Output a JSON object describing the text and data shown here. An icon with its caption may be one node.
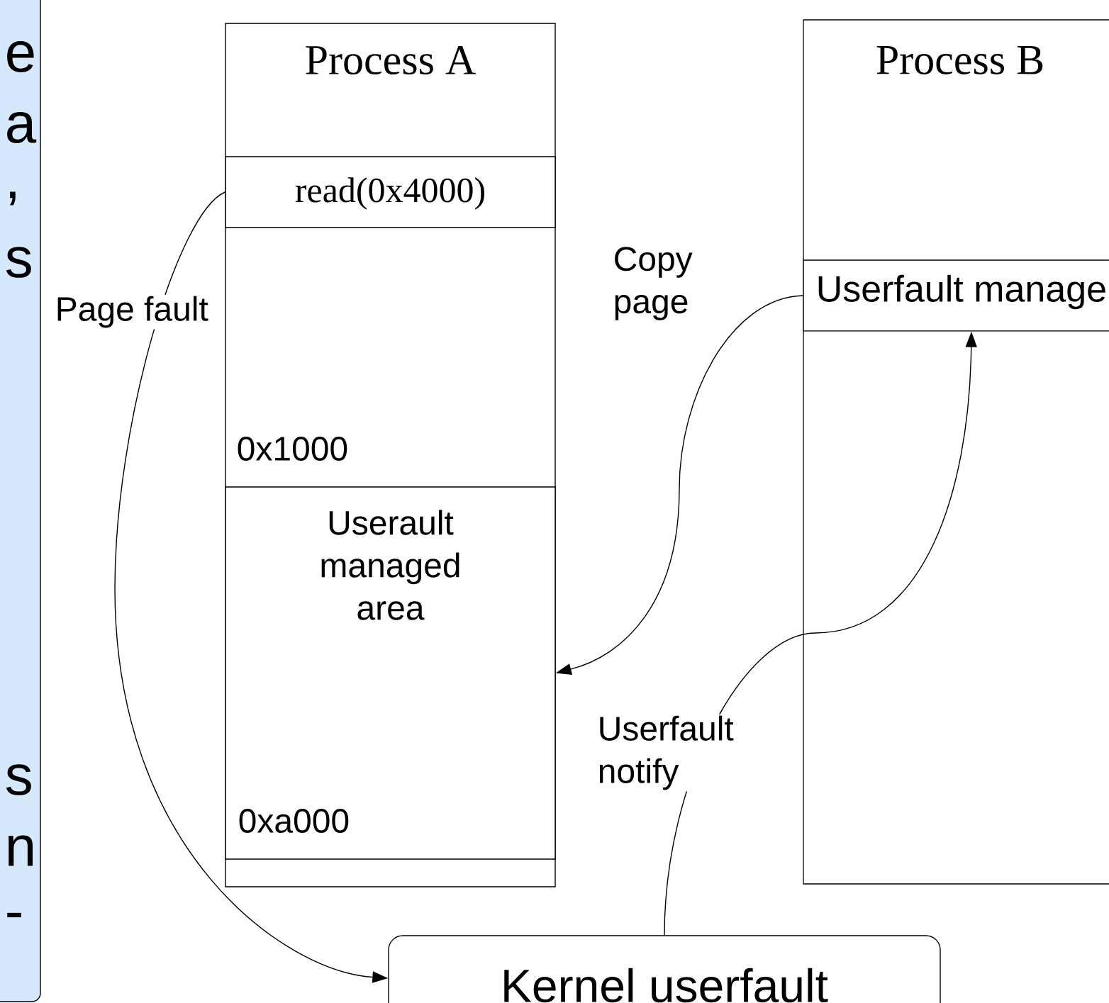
{
  "diagram": {
    "nodes": [
      {
        "text": [
          "Process A"
        ]
      },
      {
        "text": [
          "read(0x4000)"
        ],
        "in": 0
      },
      {
        "text": [
          "Userault managed area",
          "0xa000"
        ],
        "in": 0
      },
      {
        "text": [
          "Process B"
        ]
      },
      {
        "text": [
          "Userfault manage"
        ],
        "in": 3
      },
      {
        "text": [
          "Kernel userfault"
        ]
      }
    ],
    "edges": [
      {
        "from": 1,
        "to": 5,
        "arrow": "to",
        "label": "Page fault"
      },
      {
        "from": 4,
        "to": 2,
        "arrow": "to",
        "label": "Copy page"
      },
      {
        "from": 5,
        "to": 4,
        "arrow": "to",
        "label": "Userfault notify"
      }
    ],
    "labels": [
      "e",
      "a",
      ",",
      "s",
      "s",
      "n",
      "-",
      "0x1000"
    ]
  }
}
